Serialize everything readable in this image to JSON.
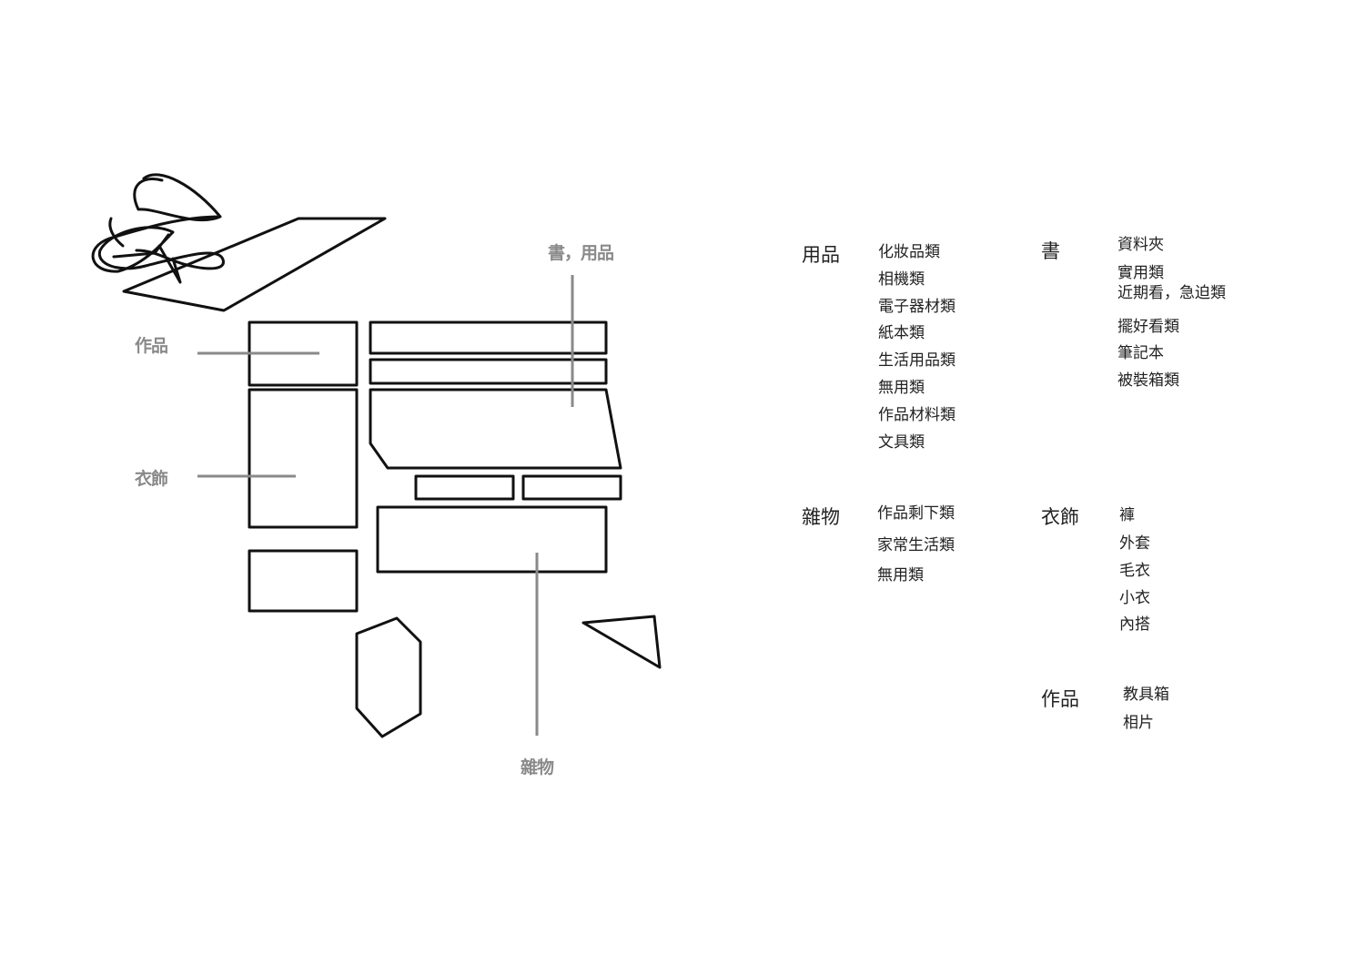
{
  "map_labels": {
    "works": "作品",
    "clothing": "衣飾",
    "books_supplies": "書，用品",
    "misc": "雜物"
  },
  "legend": [
    {
      "heading": "用品",
      "items": [
        "化妝品類",
        "相機類",
        "電子器材類",
        "紙本類",
        "生活用品類",
        "無用類",
        "作品材料類",
        "文具類"
      ]
    },
    {
      "heading": "書",
      "items": [
        "資料夾",
        "實用類",
        "近期看，急迫類",
        "擺好看類",
        "筆記本",
        "被裝箱類"
      ]
    },
    {
      "heading": "雜物",
      "items": [
        "作品剩下類",
        "家常生活類",
        "無用類"
      ]
    },
    {
      "heading": "衣飾",
      "items": [
        "褲",
        "外套",
        "毛衣",
        "小衣",
        "內搭"
      ]
    },
    {
      "heading": "作品",
      "items": [
        "教具箱",
        "相片"
      ]
    }
  ]
}
